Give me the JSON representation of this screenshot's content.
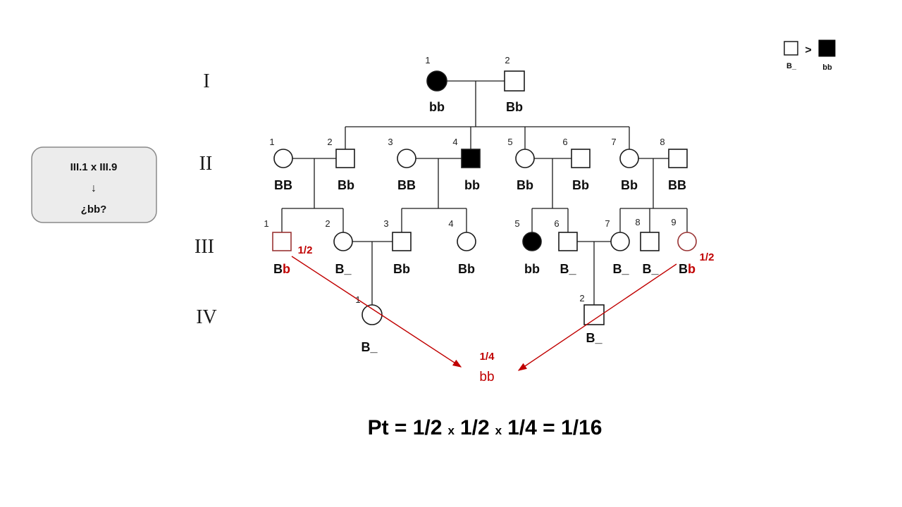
{
  "colors": {
    "highlight_stroke": "#993333",
    "highlight_text": "#c00000",
    "arrow_red": "#c00000",
    "affected_fill": "#000000"
  },
  "generation_labels": [
    "I",
    "II",
    "III",
    "IV"
  ],
  "question_box": {
    "line1": "III.1 x III.9",
    "arrow": "↓",
    "line2": "¿bb?"
  },
  "legend": {
    "relation": ">",
    "dominant_symbol_label": "B_",
    "recessive_symbol_label": "bb"
  },
  "pedigree": {
    "gen1": [
      {
        "num": "1",
        "sex": "female",
        "affected": true,
        "genotype": "bb"
      },
      {
        "num": "2",
        "sex": "male",
        "affected": false,
        "genotype": "Bb"
      }
    ],
    "gen2": [
      {
        "num": "1",
        "sex": "female",
        "affected": false,
        "genotype": "BB"
      },
      {
        "num": "2",
        "sex": "male",
        "affected": false,
        "genotype": "Bb"
      },
      {
        "num": "3",
        "sex": "female",
        "affected": false,
        "genotype": "BB"
      },
      {
        "num": "4",
        "sex": "male",
        "affected": true,
        "genotype": "bb"
      },
      {
        "num": "5",
        "sex": "female",
        "affected": false,
        "genotype": "Bb"
      },
      {
        "num": "6",
        "sex": "male",
        "affected": false,
        "genotype": "Bb"
      },
      {
        "num": "7",
        "sex": "female",
        "affected": false,
        "genotype": "Bb"
      },
      {
        "num": "8",
        "sex": "male",
        "affected": false,
        "genotype": "BB"
      }
    ],
    "gen3": [
      {
        "num": "1",
        "sex": "male",
        "affected": false,
        "genotype_black": "B",
        "genotype_red": "b",
        "prob": "1/2"
      },
      {
        "num": "2",
        "sex": "female",
        "affected": false,
        "genotype": "B_"
      },
      {
        "num": "3",
        "sex": "male",
        "affected": false,
        "genotype": "Bb"
      },
      {
        "num": "4",
        "sex": "female",
        "affected": false,
        "genotype": "Bb"
      },
      {
        "num": "5",
        "sex": "female",
        "affected": true,
        "genotype": "bb"
      },
      {
        "num": "6",
        "sex": "male",
        "affected": false,
        "genotype": "B_"
      },
      {
        "num": "7",
        "sex": "female",
        "affected": false,
        "genotype": "B_"
      },
      {
        "num": "8",
        "sex": "male",
        "affected": false,
        "genotype": "B_"
      },
      {
        "num": "9",
        "sex": "female",
        "affected": false,
        "genotype_black": "B",
        "genotype_red": "b",
        "prob": "1/2"
      }
    ],
    "gen4": [
      {
        "num": "1",
        "sex": "female",
        "affected": false,
        "genotype": "B_"
      },
      {
        "num": "2",
        "sex": "male",
        "affected": false,
        "genotype": "B_"
      }
    ]
  },
  "result": {
    "probability": "1/4",
    "genotype": "bb"
  },
  "formula": {
    "p1": "Pt = 1/2",
    "x": "x",
    "p2": "1/2",
    "p3": "1/4 = 1/16"
  }
}
